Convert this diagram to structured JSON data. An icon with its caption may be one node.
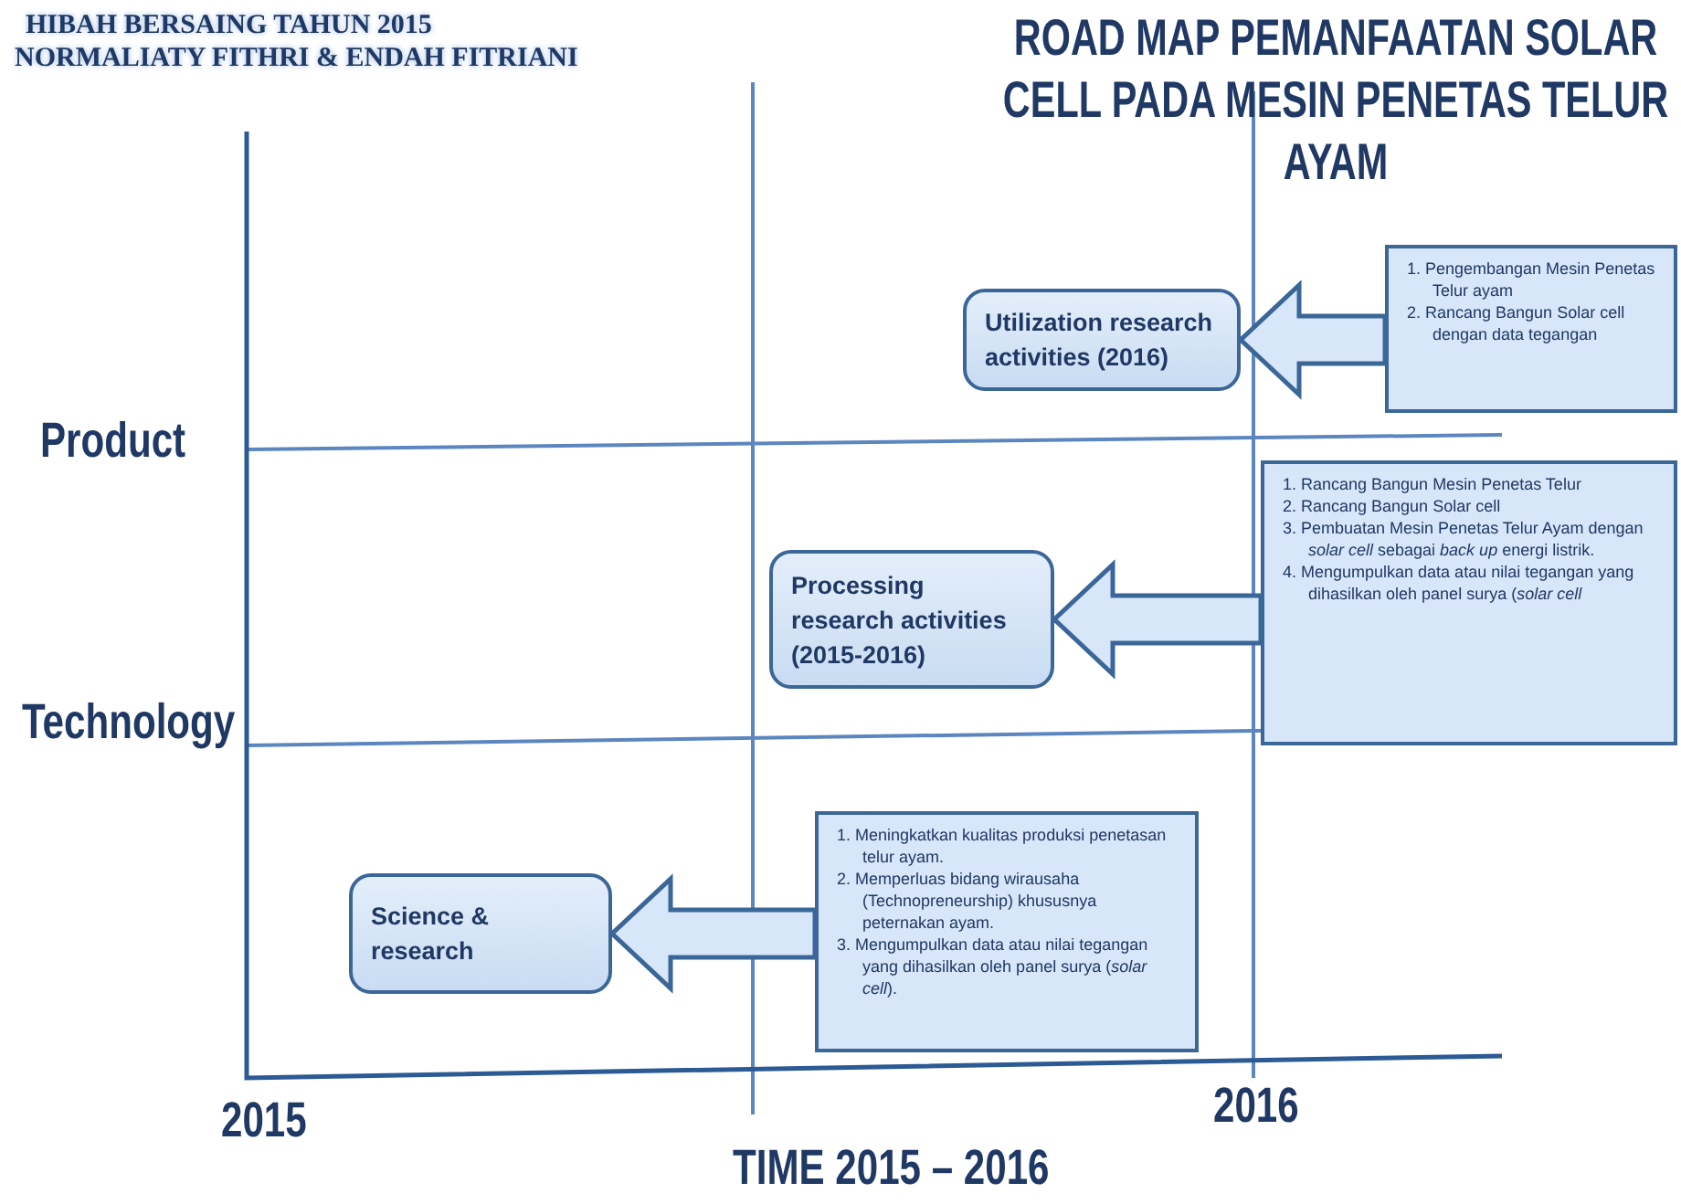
{
  "diagram": {
    "title": "ROAD MAP PEMANFAATAN SOLAR CELL PADA MESIN PENETAS TELUR AYAM",
    "nodes": [
      {
        "text": [
          "Utilization research activities (2016)"
        ]
      },
      {
        "text": [
          "1. Pengembangan Mesin Penetas Telur ayam",
          "2. Rancang Bangun Solar cell dengan data tegangan"
        ]
      },
      {
        "text": [
          "Processing research activities (2015-2016)"
        ]
      },
      {
        "text": [
          "1. Rancang Bangun Mesin Penetas Telur",
          "2. Rancang Bangun Solar cell",
          "3. Pembuatan Mesin Penetas Telur Ayam dengan *solar cell* sebagai *back up* energi listrik.",
          "4. Mengumpulkan data atau nilai tegangan yang dihasilkan oleh panel surya (*solar cell*"
        ]
      },
      {
        "text": [
          "Science & research"
        ]
      },
      {
        "text": [
          "1. Meningkatkan kualitas produksi penetasan telur ayam.",
          "2. Memperluas bidang wirausaha (Technopreneurship) khususnya peternakan ayam.",
          "3. Mengumpulkan data atau nilai tegangan yang dihasilkan oleh panel surya (*solar cell*)."
        ]
      }
    ],
    "edges": [
      {
        "from": 1,
        "to": 0,
        "arrow": "to"
      },
      {
        "from": 3,
        "to": 2,
        "arrow": "to"
      },
      {
        "from": 5,
        "to": 4,
        "arrow": "to"
      }
    ],
    "labels": [
      "HIBAH BERSAING TAHUN 2015",
      "NORMALIATY FITHRI & ENDAH FITRIANI",
      "Product",
      "Technology",
      "2015",
      "2016",
      "TIME 2015 – 2016"
    ]
  }
}
